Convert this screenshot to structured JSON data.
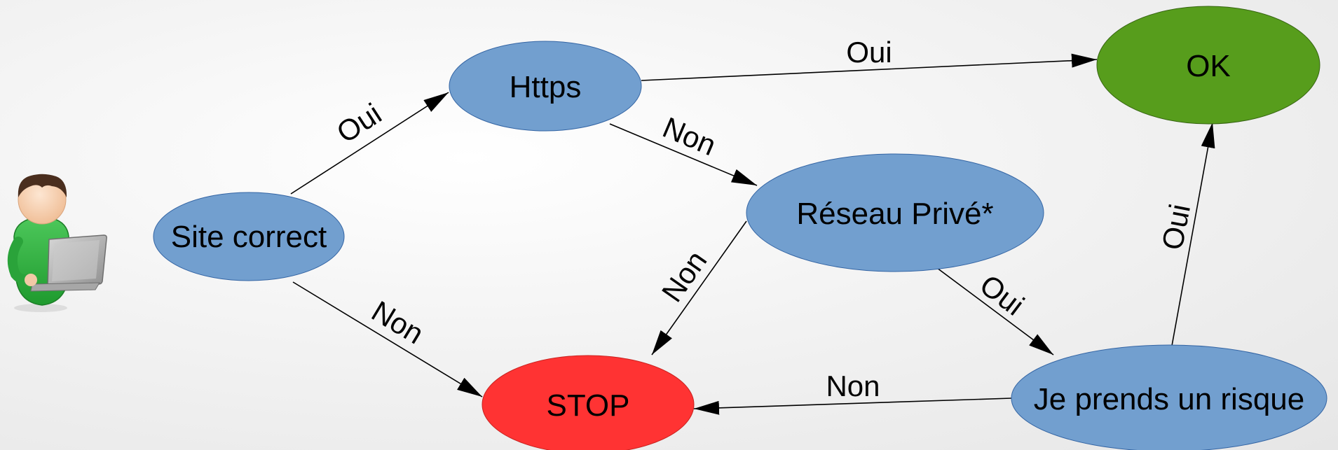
{
  "colors": {
    "decision_node": "#729fcf",
    "ok_node": "#579d1c",
    "stop_node": "#ff3333",
    "edge": "#000000",
    "user_shirt": "#3bb54a",
    "user_skin": "#f9d5b5",
    "user_hair": "#4a2e1e",
    "laptop": "#b9b9b9"
  },
  "icons": {
    "user": "user-with-laptop-icon"
  },
  "nodes": {
    "site_correct": {
      "label": "Site correct"
    },
    "https": {
      "label": "Https"
    },
    "ok": {
      "label": "OK"
    },
    "reseau_prive": {
      "label": "Réseau Privé*"
    },
    "stop": {
      "label": "STOP"
    },
    "risque": {
      "label": "Je prends un risque"
    }
  },
  "edges": [
    {
      "from": "Site correct",
      "to": "Https",
      "label": "Oui"
    },
    {
      "from": "Site correct",
      "to": "STOP",
      "label": "Non"
    },
    {
      "from": "Https",
      "to": "OK",
      "label": "Oui"
    },
    {
      "from": "Https",
      "to": "Réseau Privé*",
      "label": "Non"
    },
    {
      "from": "Réseau Privé*",
      "to": "STOP",
      "label": "Non"
    },
    {
      "from": "Réseau Privé*",
      "to": "Je prends un risque",
      "label": "Oui"
    },
    {
      "from": "Je prends un risque",
      "to": "OK",
      "label": "Oui"
    },
    {
      "from": "Je prends un risque",
      "to": "STOP",
      "label": "Non"
    }
  ]
}
